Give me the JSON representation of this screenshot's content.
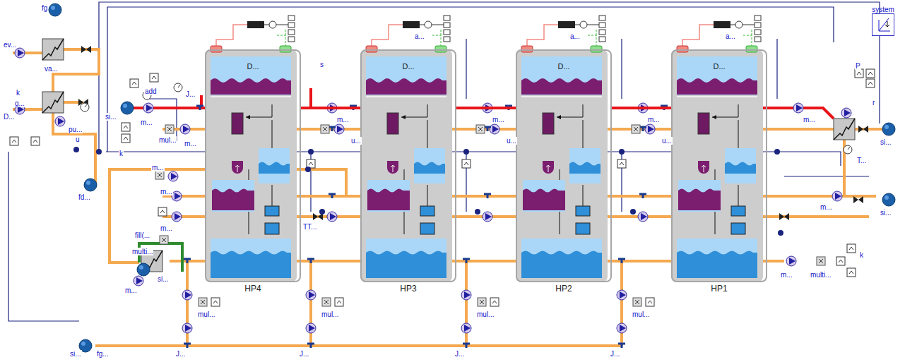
{
  "diagram": {
    "nodes": [
      {
        "text": [
          "D...",
          "HP4"
        ]
      },
      {
        "text": [
          "D...",
          "HP3"
        ]
      },
      {
        "text": [
          "D...",
          "HP2"
        ]
      },
      {
        "text": [
          "D...",
          "HP1"
        ]
      },
      {
        "text": [
          "system"
        ]
      }
    ],
    "edges": [
      {
        "from": 0,
        "to": 1,
        "arrow": "none"
      },
      {
        "from": 1,
        "to": 2,
        "arrow": "none"
      },
      {
        "from": 2,
        "to": 3,
        "arrow": "none"
      }
    ],
    "labels": [
      "fg",
      "ev...",
      "va...",
      "k",
      "g...",
      "D...",
      "pu...",
      "u",
      "fd...",
      "si...",
      "add",
      "m...",
      "mul...",
      "m...",
      "k",
      "m...",
      "m...",
      "m...",
      "fill(...",
      "multi...",
      "m...",
      "si...",
      "TT...",
      "s",
      "m...",
      "m...",
      "m...",
      "m...",
      "u...",
      "u...",
      "u...",
      "a...",
      "a...",
      "a...",
      "P",
      "r",
      "si...",
      "T...",
      "si...",
      "m...",
      "m...",
      "multi...",
      "k",
      "mul...",
      "mul...",
      "mul...",
      "mul...",
      "J...",
      "J...",
      "J...",
      "J...",
      "si...",
      "fg...",
      "J..."
    ]
  }
}
